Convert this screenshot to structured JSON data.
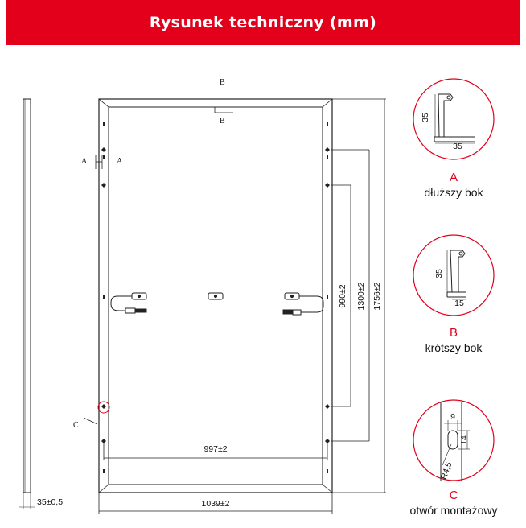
{
  "header": {
    "title": "Rysunek techniczny (mm)"
  },
  "colors": {
    "accent": "#e2001a",
    "line": "#222222"
  },
  "panel": {
    "section_markers": {
      "top": "B",
      "bottom": "B",
      "left": "A",
      "right": "A",
      "corner": "C"
    },
    "dims": {
      "frame_depth": "35±0,5",
      "outer_width": "1039±2",
      "inner_width": "997±2",
      "hole_spacing_1": "990±2",
      "hole_spacing_2": "1300±2",
      "total_length": "1756±2"
    }
  },
  "details": {
    "a": {
      "letter": "A",
      "caption": "dłuższy bok",
      "dim_h": "35",
      "dim_v": "35"
    },
    "b": {
      "letter": "B",
      "caption": "krótszy bok",
      "dim_h": "15",
      "dim_v": "35"
    },
    "c": {
      "letter": "C",
      "caption": "otwór montażowy",
      "dim_w": "9",
      "dim_h": "14",
      "dim_r": "R4,5"
    }
  }
}
